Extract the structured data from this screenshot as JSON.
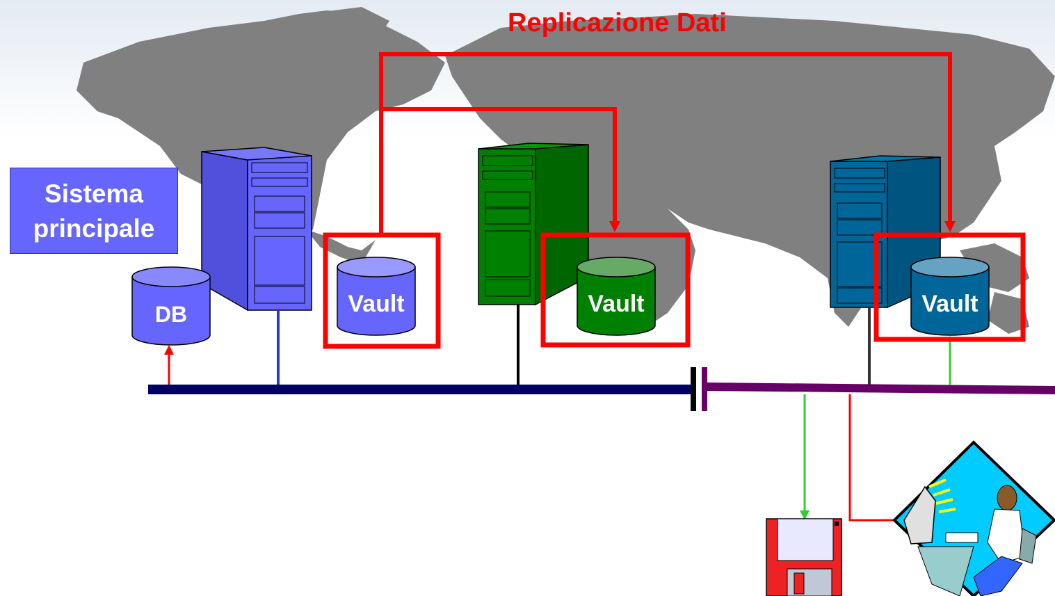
{
  "title": "Replicazione Dati",
  "main_system_label": "Sistema principale",
  "db_label": "DB",
  "vaults": [
    {
      "label": "Vault",
      "color": "#6666ff"
    },
    {
      "label": "Vault",
      "color": "#008000"
    },
    {
      "label": "Vault",
      "color": "#006699"
    }
  ],
  "colors": {
    "replication_lines": "#ff0000",
    "network_left": "#000066",
    "network_right": "#660066",
    "map": "#808080"
  }
}
